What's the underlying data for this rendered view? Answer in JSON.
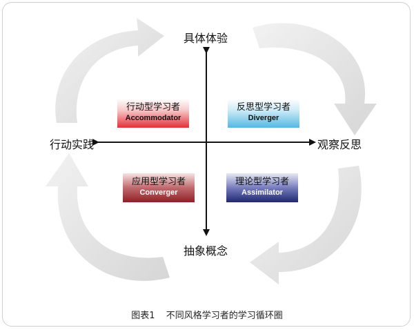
{
  "axes": {
    "top": "具体体验",
    "bottom": "抽象概念",
    "left": "行动实践",
    "right": "观察反思"
  },
  "quadrants": [
    {
      "cn": "行动型学习者",
      "en": "Accommodator",
      "color": "#e3303a"
    },
    {
      "cn": "反思型学习者",
      "en": "Diverger",
      "color": "#54b9e2"
    },
    {
      "cn": "应用型学习者",
      "en": "Converger",
      "color": "#8f2025"
    },
    {
      "cn": "理论型学习者",
      "en": "Assimilator",
      "color": "#20286e"
    }
  ],
  "caption": {
    "label": "图表1",
    "text": "不同风格学习者的学习循环圈"
  },
  "colors": {
    "cycle_arrow": "#e6e6e6",
    "axis": "#111111"
  }
}
